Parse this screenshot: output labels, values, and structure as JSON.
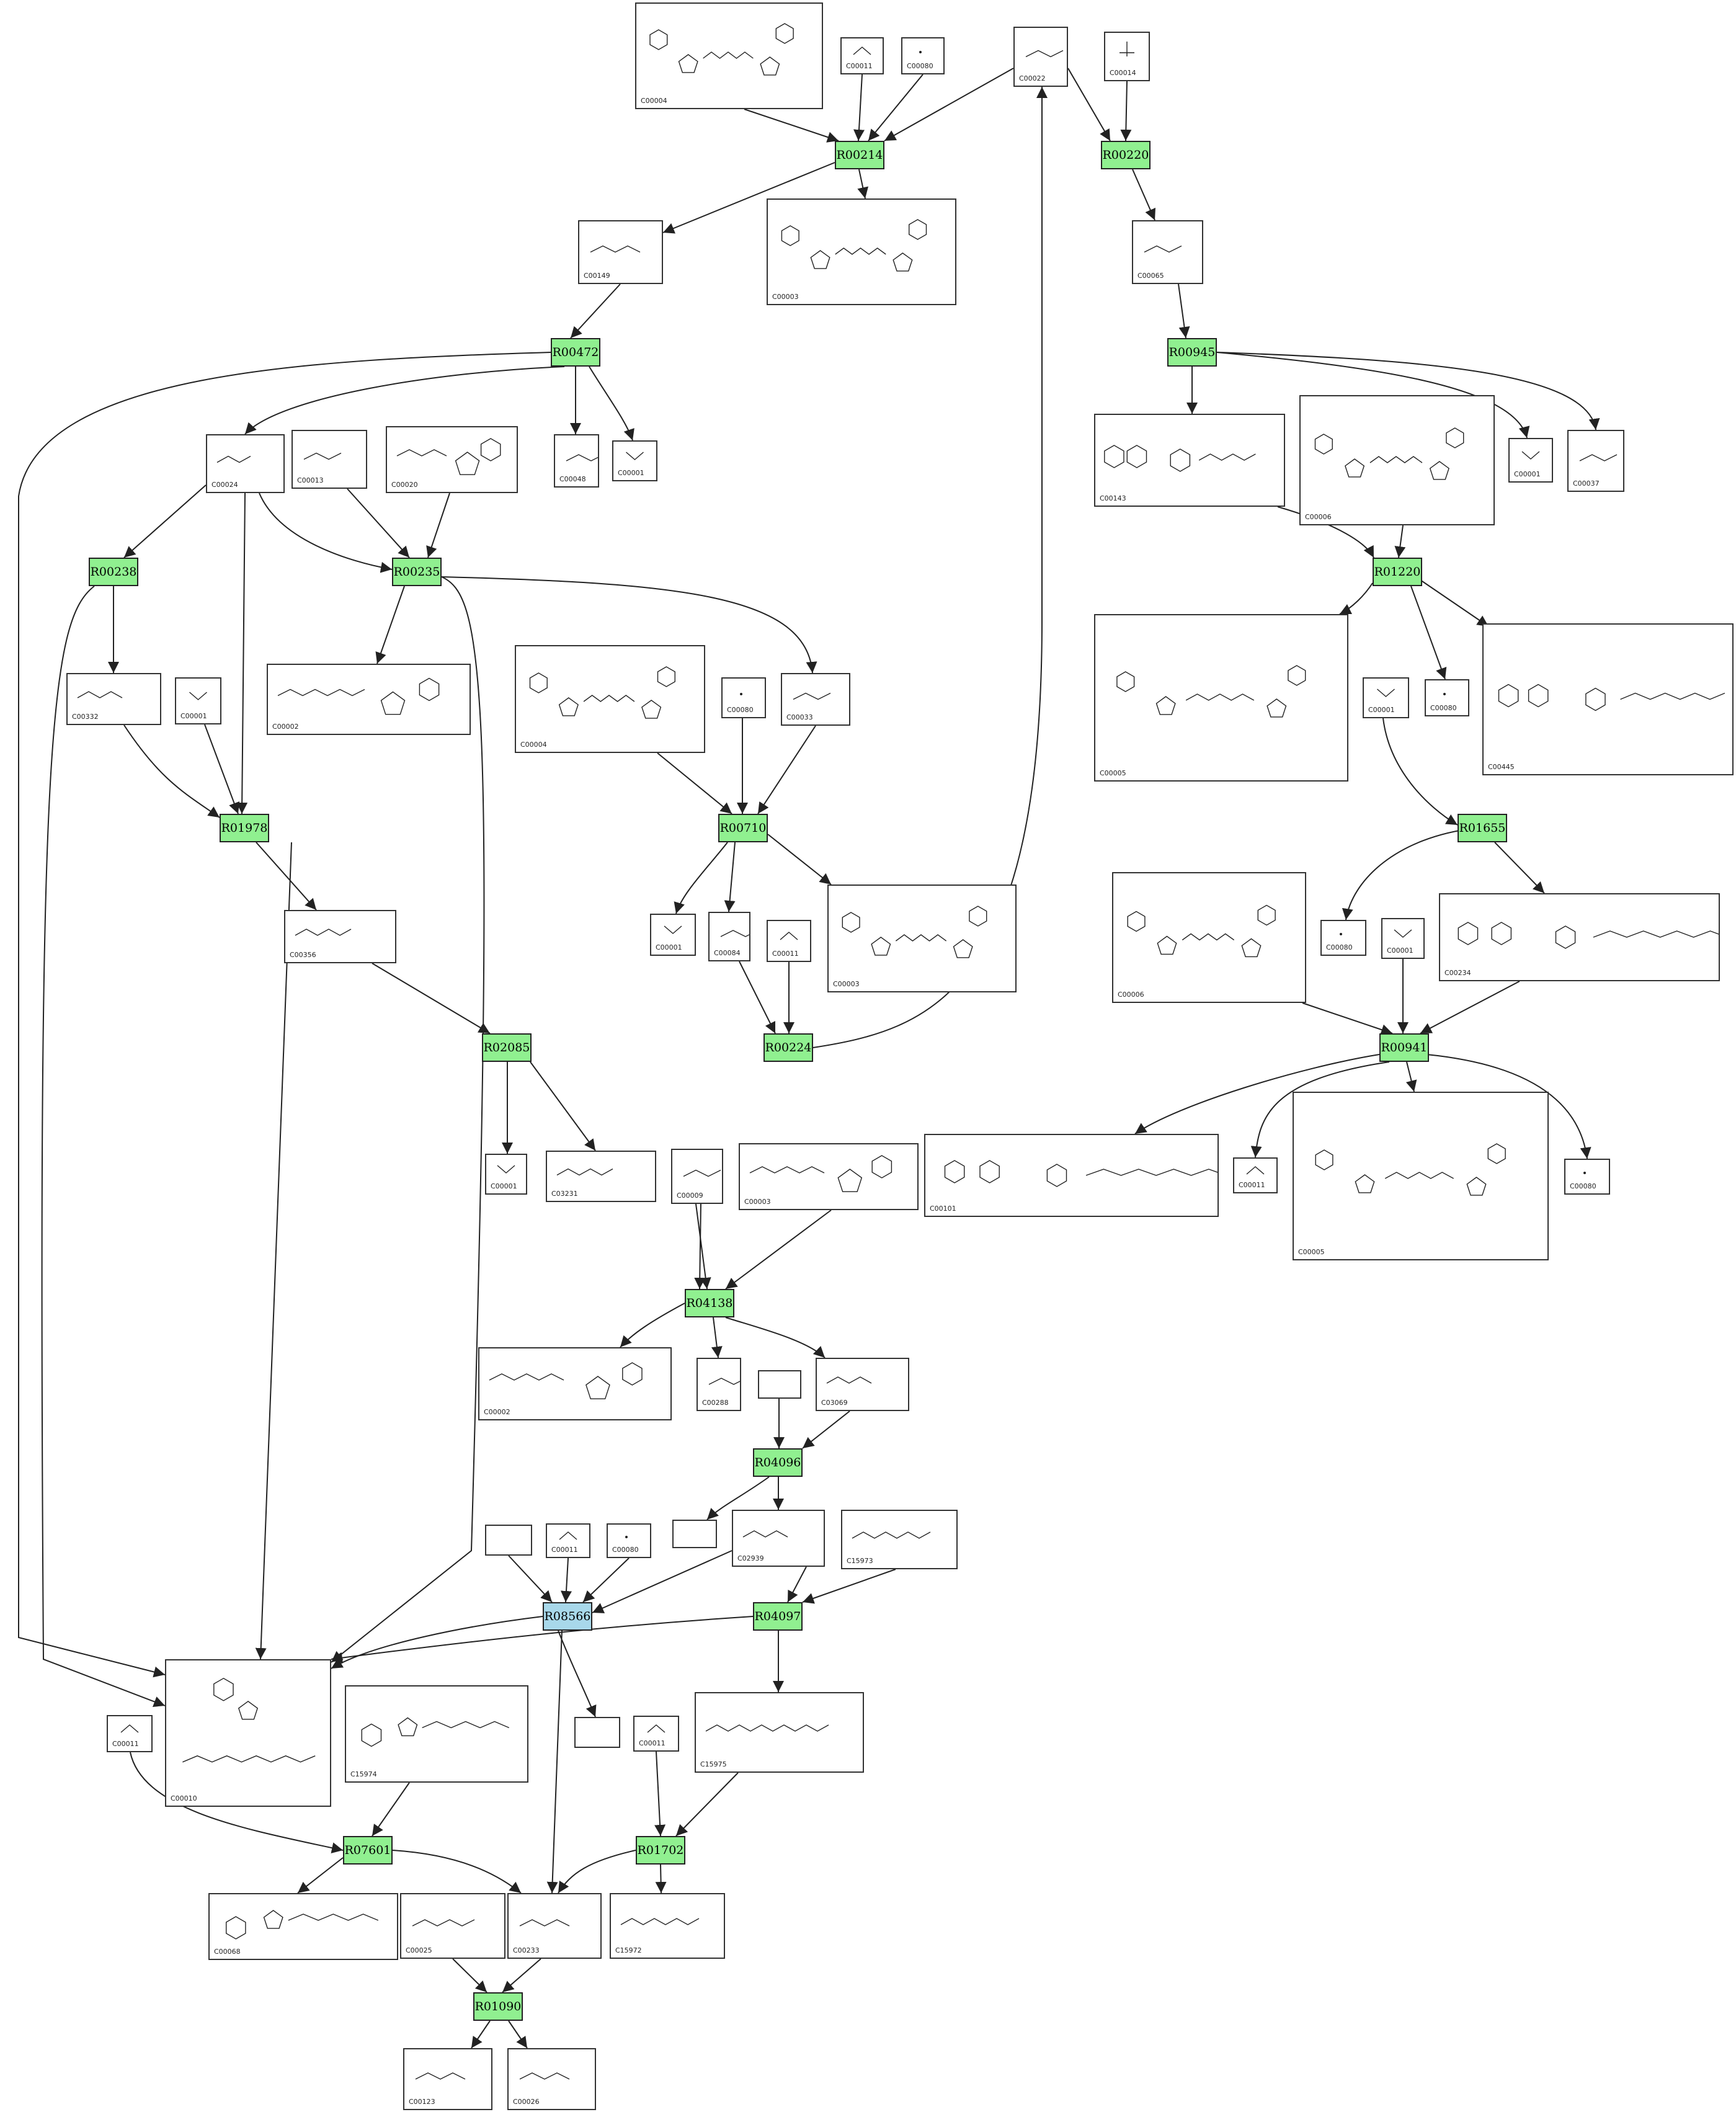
{
  "colors": {
    "reaction_fill": "#90f090",
    "reaction_highlight_fill": "#a8d8ea",
    "edge": "#222222",
    "box_border": "#333333"
  },
  "reactions": [
    {
      "id": "R00214",
      "label": "R00214"
    },
    {
      "id": "R00220",
      "label": "R00220"
    },
    {
      "id": "R00472",
      "label": "R00472"
    },
    {
      "id": "R00945",
      "label": "R00945"
    },
    {
      "id": "R00238",
      "label": "R00238"
    },
    {
      "id": "R00235",
      "label": "R00235"
    },
    {
      "id": "R01220",
      "label": "R01220"
    },
    {
      "id": "R01978",
      "label": "R01978"
    },
    {
      "id": "R00710",
      "label": "R00710"
    },
    {
      "id": "R01655",
      "label": "R01655"
    },
    {
      "id": "R02085",
      "label": "R02085"
    },
    {
      "id": "R00224",
      "label": "R00224"
    },
    {
      "id": "R00941",
      "label": "R00941"
    },
    {
      "id": "R04138",
      "label": "R04138"
    },
    {
      "id": "R04096",
      "label": "R04096"
    },
    {
      "id": "R08566",
      "label": "R08566"
    },
    {
      "id": "R04097",
      "label": "R04097"
    },
    {
      "id": "R07601",
      "label": "R07601"
    },
    {
      "id": "R01702",
      "label": "R01702"
    },
    {
      "id": "R01090",
      "label": "R01090"
    }
  ],
  "compounds": [
    {
      "key": "c00004_a",
      "label": "C00004",
      "type": "nadh"
    },
    {
      "key": "c00011_a",
      "label": "C00011",
      "type": "co2"
    },
    {
      "key": "c00080_a",
      "label": "C00080",
      "type": "hplus"
    },
    {
      "key": "c00022",
      "label": "C00022",
      "type": "small"
    },
    {
      "key": "c00014",
      "label": "C00014",
      "type": "nh3"
    },
    {
      "key": "c00149",
      "label": "C00149",
      "type": "small"
    },
    {
      "key": "c00003_a",
      "label": "C00003",
      "type": "nadh"
    },
    {
      "key": "c00065",
      "label": "C00065",
      "type": "small"
    },
    {
      "key": "c00024",
      "label": "C00024",
      "type": "acyl"
    },
    {
      "key": "c00013",
      "label": "C00013",
      "type": "small"
    },
    {
      "key": "c00020",
      "label": "C00020",
      "type": "nucleotide"
    },
    {
      "key": "c00048",
      "label": "C00048",
      "type": "small"
    },
    {
      "key": "c00001_a",
      "label": "C00001",
      "type": "water"
    },
    {
      "key": "c00143",
      "label": "C00143",
      "type": "folate"
    },
    {
      "key": "c00006_a",
      "label": "C00006",
      "type": "nadh"
    },
    {
      "key": "c00001_b",
      "label": "C00001",
      "type": "water"
    },
    {
      "key": "c00037",
      "label": "C00037",
      "type": "small"
    },
    {
      "key": "c00332",
      "label": "C00332",
      "type": "acyl"
    },
    {
      "key": "c00001_c",
      "label": "C00001",
      "type": "water"
    },
    {
      "key": "c00002_a",
      "label": "C00002",
      "type": "nucleotide"
    },
    {
      "key": "c00004_b",
      "label": "C00004",
      "type": "nadh"
    },
    {
      "key": "c00080_b",
      "label": "C00080",
      "type": "hplus"
    },
    {
      "key": "c00033",
      "label": "C00033",
      "type": "small"
    },
    {
      "key": "c00005_a",
      "label": "C00005",
      "type": "nadh"
    },
    {
      "key": "c00080_c",
      "label": "C00080",
      "type": "hplus"
    },
    {
      "key": "c00445",
      "label": "C00445",
      "type": "folate"
    },
    {
      "key": "c00001_d",
      "label": "C00001",
      "type": "water"
    },
    {
      "key": "c00356",
      "label": "C00356",
      "type": "acyl"
    },
    {
      "key": "c00001_e",
      "label": "C00001",
      "type": "water"
    },
    {
      "key": "c00084",
      "label": "C00084",
      "type": "small"
    },
    {
      "key": "c00011_b",
      "label": "C00011",
      "type": "co2"
    },
    {
      "key": "c00003_b",
      "label": "C00003",
      "type": "nadh"
    },
    {
      "key": "c00006_b",
      "label": "C00006",
      "type": "nadh"
    },
    {
      "key": "c00080_d",
      "label": "C00080",
      "type": "hplus"
    },
    {
      "key": "c00001_f",
      "label": "C00001",
      "type": "water"
    },
    {
      "key": "c00234",
      "label": "C00234",
      "type": "folate"
    },
    {
      "key": "c00001_g",
      "label": "C00001",
      "type": "water"
    },
    {
      "key": "c03231",
      "label": "C03231",
      "type": "acyl"
    },
    {
      "key": "c00009",
      "label": "C00009",
      "type": "small"
    },
    {
      "key": "c00003_c",
      "label": "C00003",
      "type": "nucleotide"
    },
    {
      "key": "c00101",
      "label": "C00101",
      "type": "folate"
    },
    {
      "key": "c00011_c",
      "label": "C00011",
      "type": "co2"
    },
    {
      "key": "c00005_b",
      "label": "C00005",
      "type": "nadh"
    },
    {
      "key": "c00080_e",
      "label": "C00080",
      "type": "hplus"
    },
    {
      "key": "c00002_b",
      "label": "C00002",
      "type": "nucleotide"
    },
    {
      "key": "c00288",
      "label": "C00288",
      "type": "small"
    },
    {
      "key": "blank_a",
      "label": "",
      "type": "blank"
    },
    {
      "key": "c03069",
      "label": "C03069",
      "type": "acyl"
    },
    {
      "key": "blank_b",
      "label": "",
      "type": "blank"
    },
    {
      "key": "c00011_d",
      "label": "C00011",
      "type": "co2"
    },
    {
      "key": "c00080_f",
      "label": "C00080",
      "type": "hplus"
    },
    {
      "key": "blank_c",
      "label": "",
      "type": "blank"
    },
    {
      "key": "c02939",
      "label": "C02939",
      "type": "acyl"
    },
    {
      "key": "c15973",
      "label": "C15973",
      "type": "lipoyl"
    },
    {
      "key": "c00010",
      "label": "C00010",
      "type": "coa"
    },
    {
      "key": "c15974",
      "label": "C15974",
      "type": "thiamine"
    },
    {
      "key": "c00011_e",
      "label": "C00011",
      "type": "co2"
    },
    {
      "key": "blank_d",
      "label": "",
      "type": "blank"
    },
    {
      "key": "c00011_f",
      "label": "C00011",
      "type": "co2"
    },
    {
      "key": "c15975",
      "label": "C15975",
      "type": "lipoyl"
    },
    {
      "key": "c00068",
      "label": "C00068",
      "type": "thiamine"
    },
    {
      "key": "c00025",
      "label": "C00025",
      "type": "small"
    },
    {
      "key": "c00233",
      "label": "C00233",
      "type": "small"
    },
    {
      "key": "c15972",
      "label": "C15972",
      "type": "lipoyl"
    },
    {
      "key": "c00123",
      "label": "C00123",
      "type": "small"
    },
    {
      "key": "c00026",
      "label": "C00026",
      "type": "small"
    }
  ]
}
